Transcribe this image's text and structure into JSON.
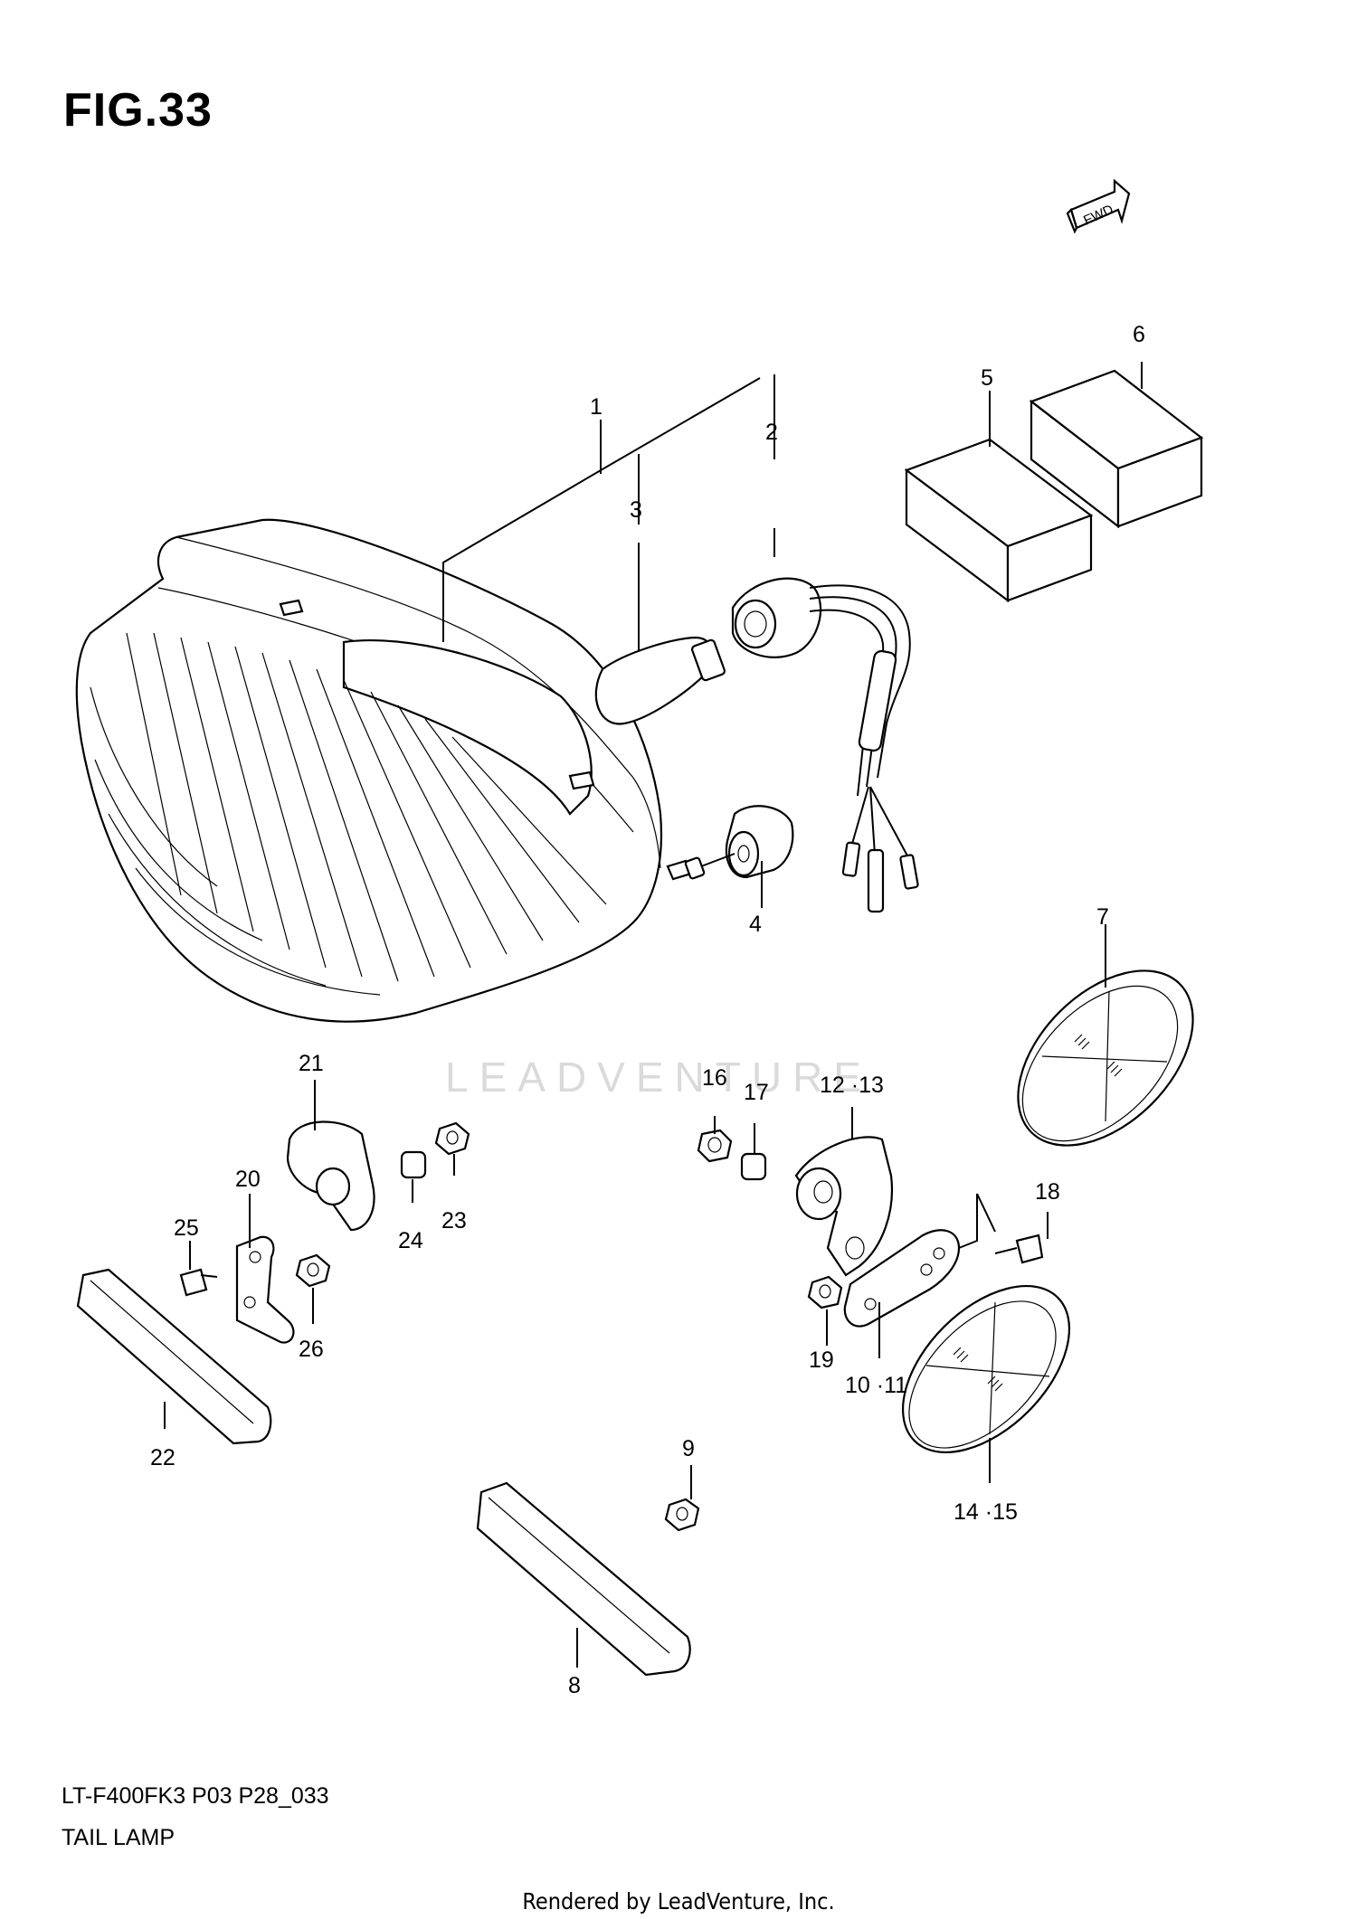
{
  "figure": {
    "title": "FIG.33"
  },
  "fwd_icon": {
    "label": "FWD"
  },
  "watermark": {
    "text": "LEADVENTURE"
  },
  "callouts": [
    {
      "id": "c1",
      "text": "1"
    },
    {
      "id": "c2",
      "text": "2"
    },
    {
      "id": "c3",
      "text": "3"
    },
    {
      "id": "c4",
      "text": "4"
    },
    {
      "id": "c5",
      "text": "5"
    },
    {
      "id": "c6",
      "text": "6"
    },
    {
      "id": "c7",
      "text": "7"
    },
    {
      "id": "c8",
      "text": "8"
    },
    {
      "id": "c9",
      "text": "9"
    },
    {
      "id": "c10",
      "text": "10 ·11"
    },
    {
      "id": "c12",
      "text": "12 ·13"
    },
    {
      "id": "c14",
      "text": "14 ·15"
    },
    {
      "id": "c16",
      "text": "16"
    },
    {
      "id": "c17",
      "text": "17"
    },
    {
      "id": "c18",
      "text": "18"
    },
    {
      "id": "c19",
      "text": "19"
    },
    {
      "id": "c20",
      "text": "20"
    },
    {
      "id": "c21",
      "text": "21"
    },
    {
      "id": "c22",
      "text": "22"
    },
    {
      "id": "c23",
      "text": "23"
    },
    {
      "id": "c24",
      "text": "24"
    },
    {
      "id": "c25",
      "text": "25"
    },
    {
      "id": "c26",
      "text": "26"
    }
  ],
  "footer": {
    "code": "LT-F400FK3 P03 P28_033",
    "caption": "TAIL LAMP",
    "credit": "Rendered by LeadVenture, Inc."
  }
}
